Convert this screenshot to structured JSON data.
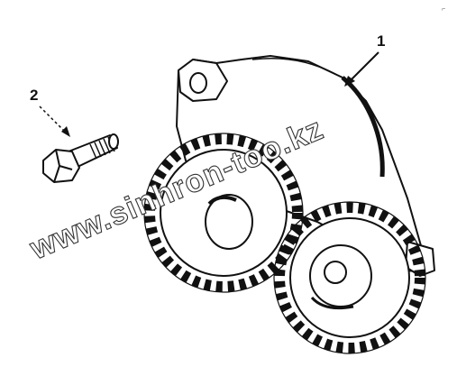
{
  "diagram": {
    "callouts": [
      {
        "label": "1",
        "target": "oil-pump-assembly"
      },
      {
        "label": "2",
        "target": "capscrew"
      }
    ],
    "corner_mark": "⌐",
    "watermark": "www.sinhron-too.kz",
    "colors": {
      "line": "#111111",
      "background": "#ffffff",
      "watermark_outline": "#333333"
    }
  }
}
